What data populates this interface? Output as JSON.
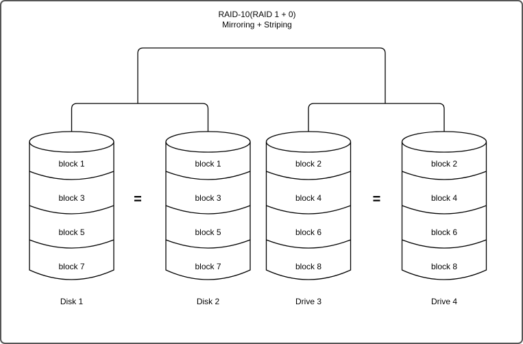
{
  "diagram": {
    "title_line1": "RAID-10(RAID 1 + 0)",
    "title_line2": "Mirroring + Striping",
    "equals_symbol": "=",
    "disks": [
      {
        "label": "Disk 1",
        "blocks": [
          "block 1",
          "block 3",
          "block 5",
          "block 7"
        ]
      },
      {
        "label": "Disk 2",
        "blocks": [
          "block 1",
          "block 3",
          "block 5",
          "block 7"
        ]
      },
      {
        "label": "Drive 3",
        "blocks": [
          "block 2",
          "block 4",
          "block 6",
          "block 8"
        ]
      },
      {
        "label": "Drive 4",
        "blocks": [
          "block 2",
          "block 4",
          "block 6",
          "block 8"
        ]
      }
    ],
    "colors": {
      "line": "#000000",
      "text": "#000000",
      "background": "#ffffff",
      "border": "#555555"
    }
  }
}
